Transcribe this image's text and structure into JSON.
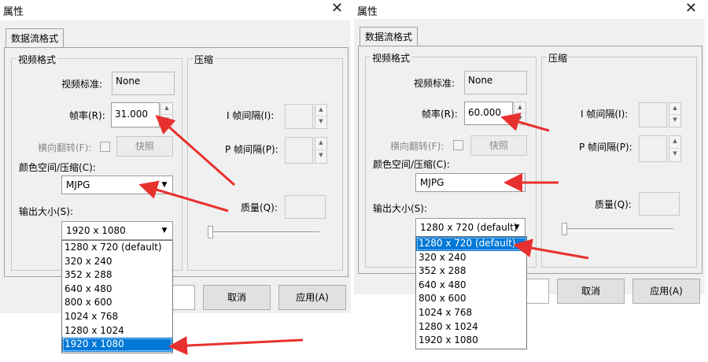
{
  "colors": {
    "accent": "#0078d7",
    "arrow": "#e8302e",
    "dialog_bg": "#f0f0f0"
  },
  "icons": {
    "close": "close-icon",
    "dropdown": "chevron-down-icon",
    "spin": "spin-arrows-icon"
  },
  "dialogs": [
    {
      "title": "属性",
      "close_glyph": "✕",
      "tab": "数据流格式",
      "video_group": "视频格式",
      "video_standard_label": "视频标准:",
      "video_standard_value": "None",
      "frame_rate_label": "帧率(R):",
      "frame_rate_value": "31.000",
      "flip_label": "横向翻转(F):",
      "snapshot_button": "快照",
      "color_space_label": "颜色空间/压缩(C):",
      "color_space_value": "MJPG",
      "output_size_label": "输出大小(S):",
      "output_size_value": "1920 x 1080",
      "compression_group": "压缩",
      "i_frame_label": "I 帧间隔(I):",
      "p_frame_label": "P 帧间隔(P):",
      "quality_label": "质量(Q):",
      "cancel_button": "取消",
      "apply_button": "应用(A)",
      "size_options": [
        "1280 x 720  (default)",
        "320 x 240",
        "352 x 288",
        "640 x 480",
        "800 x 600",
        "1024 x 768",
        "1280 x 1024",
        "1920 x 1080"
      ],
      "selected_option": "1920 x 1080"
    },
    {
      "title": "属性",
      "close_glyph": "✕",
      "tab": "数据流格式",
      "video_group": "视频格式",
      "video_standard_label": "视频标准:",
      "video_standard_value": "None",
      "frame_rate_label": "帧率(R):",
      "frame_rate_value": "60.000",
      "flip_label": "横向翻转(F):",
      "snapshot_button": "快照",
      "color_space_label": "颜色空间/压缩(C):",
      "color_space_value": "MJPG",
      "output_size_label": "输出大小(S):",
      "output_size_value": "1280 x 720  (default)",
      "compression_group": "压缩",
      "i_frame_label": "I 帧间隔(I):",
      "p_frame_label": "P 帧间隔(P):",
      "quality_label": "质量(Q):",
      "cancel_button": "取消",
      "apply_button": "应用(A)",
      "size_options": [
        "1280 x 720  (default)",
        "320 x 240",
        "352 x 288",
        "640 x 480",
        "800 x 600",
        "1024 x 768",
        "1280 x 1024",
        "1920 x 1080"
      ],
      "selected_option": "1280 x 720  (default)"
    }
  ]
}
